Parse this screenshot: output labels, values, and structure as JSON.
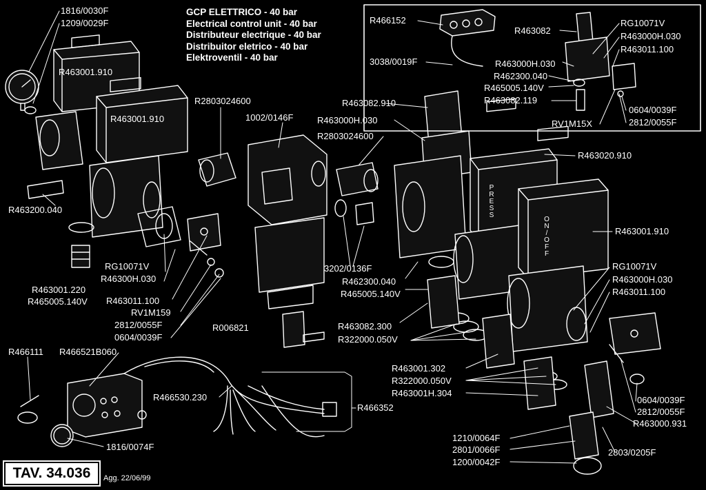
{
  "title_block": {
    "lines": [
      "GCP ELETTRICO - 40 bar",
      "Electrical control unit - 40 bar",
      "Distributeur electrique - 40 bar",
      "Distribuitor eletrico - 40 bar",
      "Elektroventil - 40 bar"
    ]
  },
  "table_id": "TAV. 34.036",
  "revision": "Agg.  22/06/99",
  "part_labels": {
    "l01": "1816/0030F",
    "l02": "1209/0029F",
    "l03": "R463001.910",
    "l04": "R463001.910",
    "l05": "R2803024600",
    "l06": "1002/0146F",
    "l07": "R463082.910",
    "l08": "R463000H.030",
    "l09": "R2803024600",
    "l10": "R463200.040",
    "l11": "RG10071V",
    "l12": "R46300H.030",
    "l13": "R463001.220",
    "l14": "R465005.140V",
    "l15": "R463011.100",
    "l16": "RV1M159",
    "l17": "2812/0055F",
    "l18": "0604/0039F",
    "l19": "R006821",
    "l20": "3202/0136F",
    "l21": "R462300.040",
    "l22": "R465005.140V",
    "l23": "R463082.300",
    "l24": "R322000.050V",
    "l25": "R463020.910",
    "l26": "R463001.910",
    "l27": "RG10071V",
    "l28": "R463000H.030",
    "l29": "R463011.100",
    "l30": "R466111",
    "l31": "R466521B060",
    "l32": "R466530.230",
    "l33": "R466352",
    "l34": "1816/0074F",
    "l35": "R463001.302",
    "l36": "R322000.050V",
    "l37": "R463001H.304",
    "l38": "1210/0064F",
    "l39": "2801/0066F",
    "l40": "1200/0042F",
    "l41": "0604/0039F",
    "l42": "2812/0055F",
    "l43": "R463000.931",
    "l44": "2803/0205F"
  },
  "inset_labels": {
    "i01": "R466152",
    "i02": "3038/0019F",
    "i03": "R463082",
    "i04": "RG10071V",
    "i05": "R463000H.030",
    "i06": "R463011.100",
    "i07": "R463000H.030",
    "i08": "R462300.040",
    "i09": "R465005.140V",
    "i10": "R463082.119",
    "i11": "0604/0039F",
    "i12": "RV1M15X",
    "i13": "2812/0055F"
  },
  "component_lettering": {
    "press": "PRESS",
    "onoff": "ON/OFF"
  }
}
